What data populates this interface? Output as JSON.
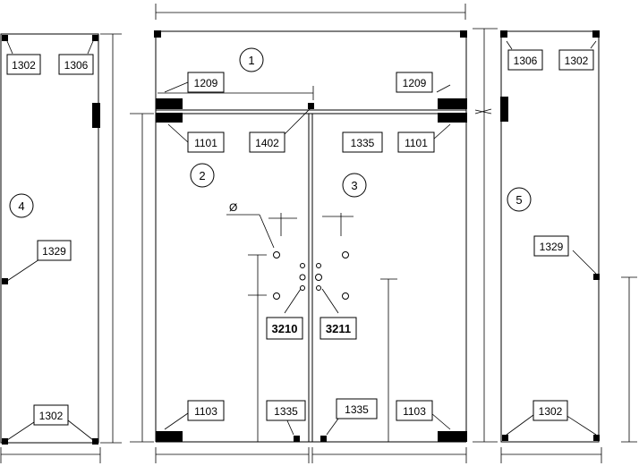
{
  "panel_numbers": {
    "top_transom": "1",
    "left_door": "2",
    "right_door": "3",
    "left_sidelight": "4",
    "right_sidelight": "5"
  },
  "part_codes": {
    "left_top_left": "1302",
    "left_top_right": "1306",
    "left_middle": "1329",
    "left_bottom": "1302",
    "transom_left_patch": "1209",
    "transom_right_patch": "1209",
    "left_door_top_patch": "1101",
    "center_lock": "1402",
    "right_door_top_strike": "1335",
    "right_door_top_patch": "1101",
    "left_handle_holes": "3210",
    "right_handle_holes": "3211",
    "left_door_bottom_patch": "1103",
    "left_door_bottom_strike": "1335",
    "right_door_bottom_strike": "1335",
    "right_door_bottom_patch": "1103",
    "right_top_left": "1306",
    "right_top_right": "1302",
    "right_middle": "1329",
    "right_bottom": "1302"
  },
  "diameter_symbol": "Ø"
}
